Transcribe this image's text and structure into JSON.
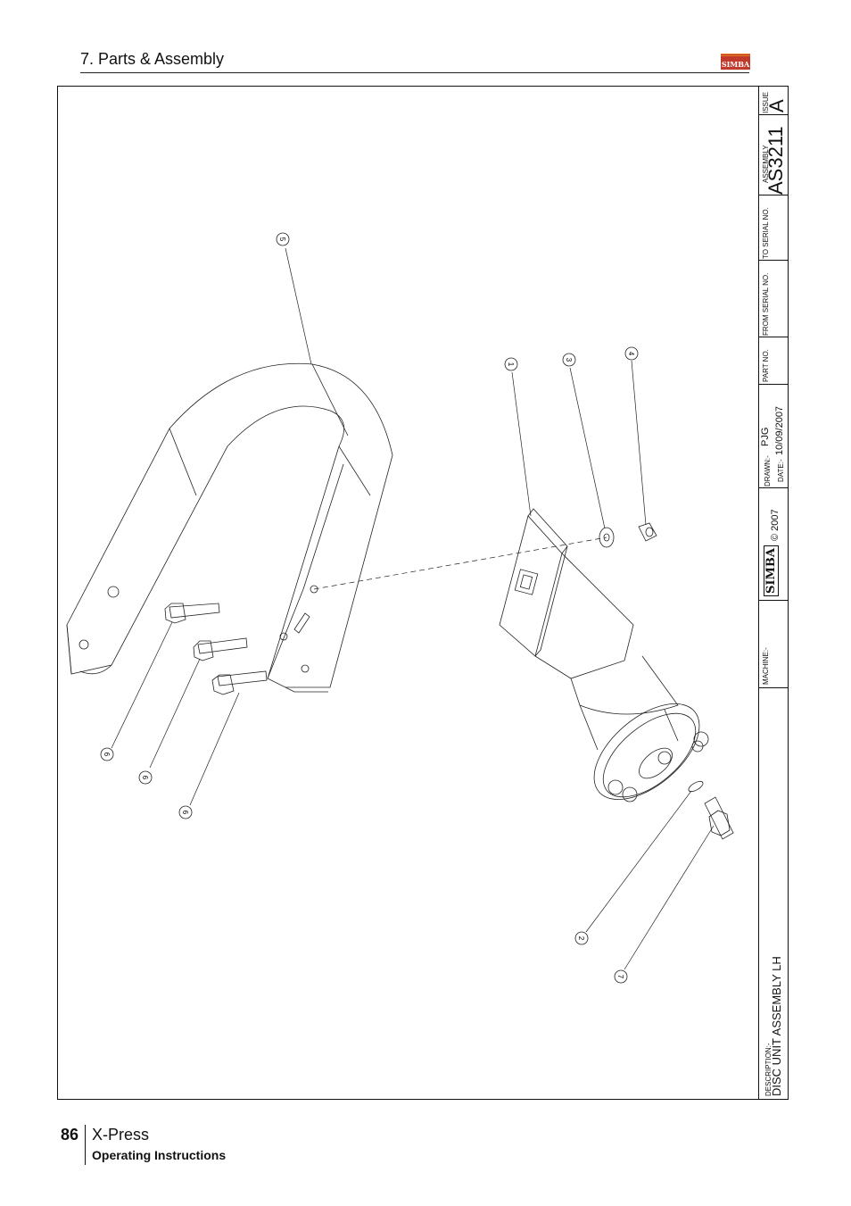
{
  "header": {
    "section_title": "7. Parts & Assembly",
    "logo_text": "SIMBA"
  },
  "title_block": {
    "issue_label": "ISSUE",
    "issue_value": "A",
    "assembly_label": "ASSEMBLY",
    "assembly_value": "AS3211",
    "to_serial_label": "TO SERIAL NO.",
    "from_serial_label": "FROM SERIAL NO.",
    "part_no_label": "PART NO.",
    "drawn_label": "DRAWN:-",
    "drawn_value": "PJG",
    "date_label": "DATE:-",
    "date_value": "10/09/2007",
    "copyright": "© 2007",
    "logo_text": "SIMBA",
    "machine_label": "MACHINE:-",
    "description_label": "DESCRIPTION:-",
    "description_value": "DISC UNIT ASSEMBLY LH"
  },
  "balloons": [
    "5",
    "1",
    "3",
    "4",
    "6",
    "6",
    "6",
    "2",
    "7"
  ],
  "footer": {
    "page_number": "86",
    "product": "X-Press",
    "subtitle": "Operating Instructions"
  }
}
